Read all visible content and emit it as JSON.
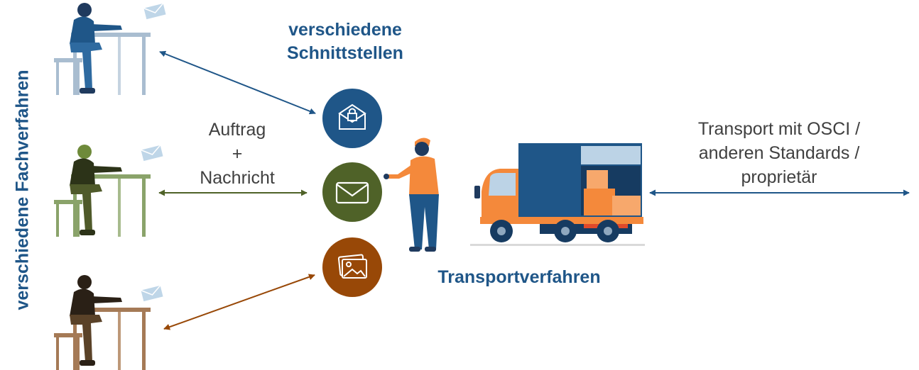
{
  "labels": {
    "vertical": "verschiedene Fachverfahren",
    "interfaces_line1": "verschiedene",
    "interfaces_line2": "Schnittstellen",
    "message_line1": "Auftrag",
    "message_line2": "+",
    "message_line3": "Nachricht",
    "transport": "Transportverfahren",
    "osci_line1": "Transport mit OSCI /",
    "osci_line2": "anderen Standards /",
    "osci_line3": "proprietär"
  },
  "icons": {
    "interface_1": "secure-mail-icon",
    "interface_2": "envelope-icon",
    "interface_3": "image-icon"
  },
  "colors": {
    "blue": "#1f5688",
    "green": "#4f6228",
    "brown": "#984807",
    "truck_orange": "#f4893b",
    "truck_blue": "#1f5688"
  }
}
